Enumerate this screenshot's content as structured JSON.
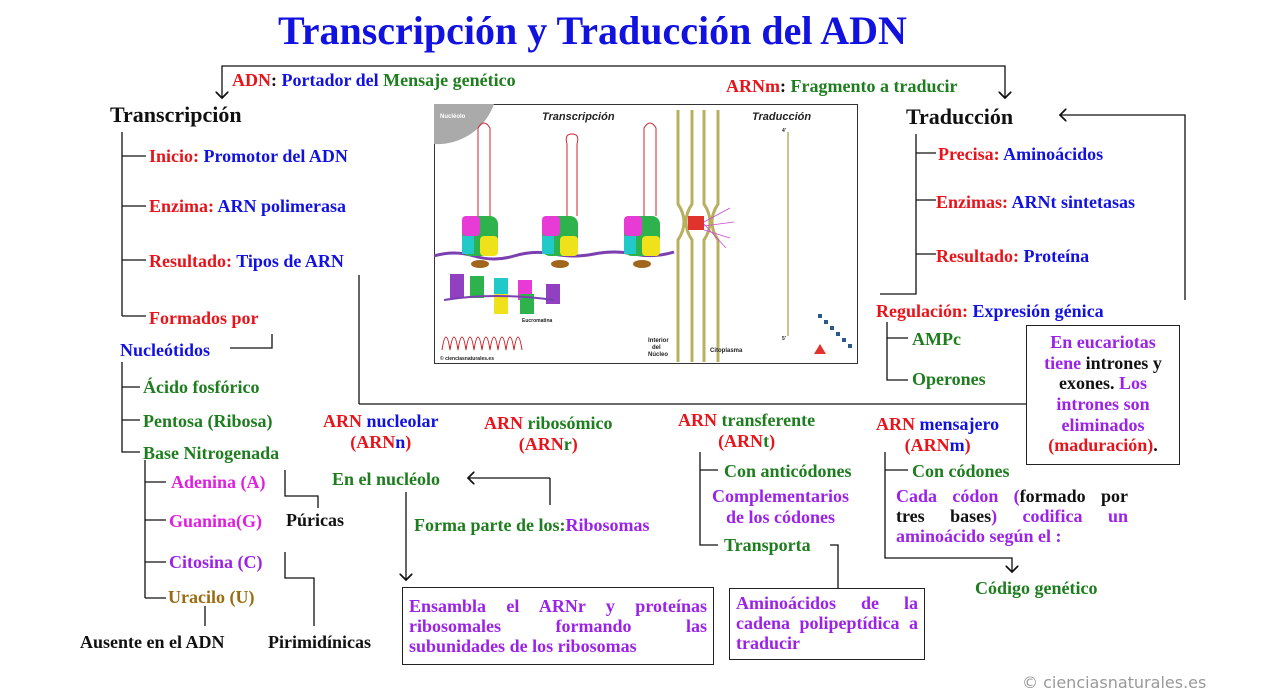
{
  "title": "Transcripción y Traducción del ADN",
  "header": {
    "adn_label": "ADN",
    "adn_sep": ": ",
    "adn_w1": "Portador del",
    "adn_w2": "Mensaje genético",
    "arnm_label": "ARNm",
    "arnm_sep": ": ",
    "arnm_text": "Fragmento a traducir"
  },
  "transcripcion": {
    "heading": "Transcripción",
    "inicio_label": "Inicio:",
    "inicio_value": "Promotor del ADN",
    "enzima_label": "Enzima:",
    "enzima_value": "ARN polimerasa",
    "resultado_label": "Resultado:",
    "resultado_value": "Tipos de ARN",
    "formados": "Formados por",
    "nucleotidos": "Nucleótidos",
    "componentes": [
      "Ácido fosfórico",
      "Pentosa (Ribosa)",
      "Base Nitrogenada"
    ],
    "bases": {
      "adenina": "Adenina (A)",
      "guanina": "Guanina(G)",
      "citosina": "Citosina (C)",
      "uracilo": "Uracilo (U)"
    },
    "puricas": "Púricas",
    "pirimidinicas": "Pirimidínicas",
    "ausente": "Ausente en el ADN"
  },
  "traduccion": {
    "heading": "Traducción",
    "precisa_label": "Precisa:",
    "precisa_value": "Aminoácidos",
    "enzimas_label": "Enzimas:",
    "enzimas_value": "ARNt sintetasas",
    "resultado_label": "Resultado:",
    "resultado_value": "Proteína",
    "regulacion_label": "Regulación:",
    "regulacion_value": "Expresión génica",
    "ampc": "AMPc",
    "operones": "Operones",
    "eucariotas": {
      "l1": "En eucariotas",
      "l2a": "tiene",
      "l2b": "intrones y",
      "l3a": "exones.",
      "l3b": "Los",
      "l4": "intrones son",
      "l5": "eliminados",
      "l6a": "(maduración)",
      "l6b": "."
    }
  },
  "arn_tipos": {
    "nucleolar": {
      "l1a": "ARN",
      "l1b": "nucleolar",
      "l2a": "(ARN",
      "l2b": "n",
      "l2c": ")"
    },
    "ribosomico": {
      "l1a": "ARN",
      "l1b": "ribosómico",
      "l2a": "(ARN",
      "l2b": "r",
      "l2c": ")"
    },
    "transferente": {
      "l1a": "ARN",
      "l1b": "transferente",
      "l2a": "(ARN",
      "l2b": "t",
      "l2c": ")"
    },
    "mensajero": {
      "l1a": "ARN",
      "l1b": "mensajero",
      "l2a": "(ARN",
      "l2b": "m",
      "l2c": ")"
    }
  },
  "nucleolar_desc": {
    "en_nucleolo": "En el nucléolo",
    "forma_parte": "Forma parte de los:",
    "ribosomas": "Ribosomas",
    "ensambla": "Ensambla el ARNr y proteínas ribosomales formando las subunidades de los ribosomas"
  },
  "transferente_desc": {
    "anticodones": "Con anticódones",
    "complementarios_1": "Complementarios",
    "complementarios_2": "de los códones",
    "transporta": "Transporta",
    "aminoacidos": "Aminoácidos de la cadena polipeptídica a traducir"
  },
  "mensajero_desc": {
    "codones": "Con códones",
    "cada_codon_a": "Cada códon (",
    "cada_codon_b": "formado por tres bases",
    "cada_codon_c": ") codifica un aminoácido según el :",
    "codigo": "Código genético"
  },
  "illustration": {
    "nucleolo": "Nucléolo",
    "transcripcion": "Transcripción",
    "traduccion": "Traducción",
    "eucromatina": "Eucromatina",
    "interior_1": "Interior",
    "interior_2": "del",
    "interior_3": "Núcleo",
    "citoplasma": "Citoplasma",
    "copyright": "© cienciasnaturales.es",
    "mark_5": "5'",
    "mark_4": "4'"
  },
  "footer": "© cienciasnaturales.es",
  "colors": {
    "title": "#1212e0",
    "red": "#e8141b",
    "blue": "#1212e0",
    "green": "#1e7d1e",
    "magenta": "#e01fe0",
    "purple": "#9b23e8",
    "brown": "#9a6b10"
  }
}
